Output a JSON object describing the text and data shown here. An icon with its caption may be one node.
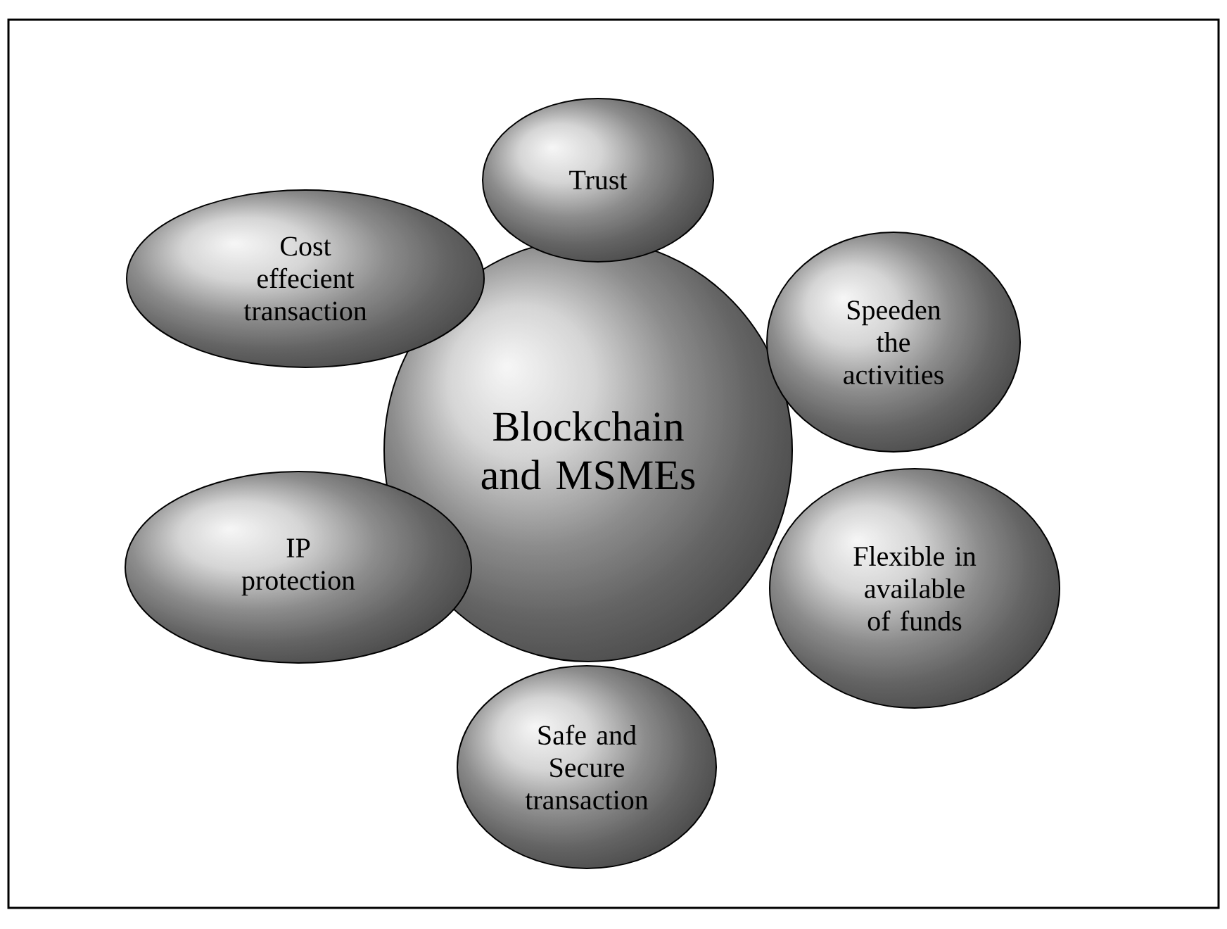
{
  "diagram": {
    "nodes": [
      {
        "text": [
          "Trust"
        ]
      },
      {
        "text": [
          "Cost effecient transaction"
        ]
      },
      {
        "text": [
          "Speeden the activities"
        ]
      },
      {
        "text": [
          "Blockchain and MSMEs"
        ]
      },
      {
        "text": [
          "IP protection"
        ]
      },
      {
        "text": [
          "Flexible in available of funds"
        ]
      },
      {
        "text": [
          "Safe and Secure transaction"
        ]
      }
    ]
  }
}
